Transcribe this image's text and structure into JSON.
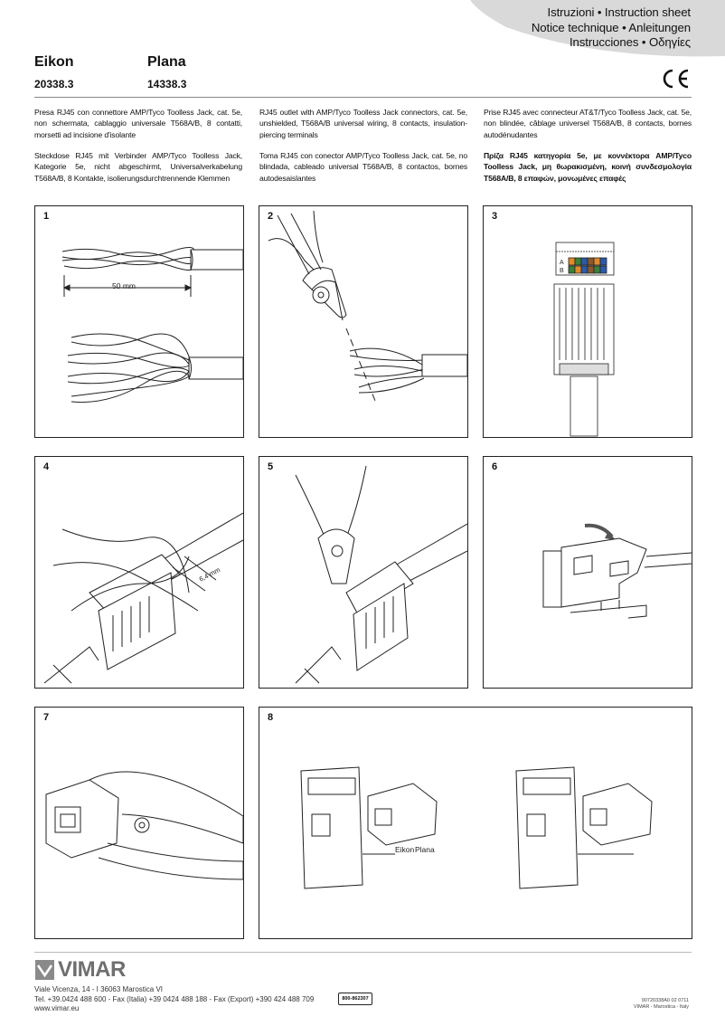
{
  "header": {
    "title_lines": [
      "Istruzioni • Instruction sheet",
      "Notice technique • Anleitungen",
      "Instrucciones • Οδηγίες"
    ]
  },
  "products": [
    {
      "name": "Eikon",
      "code": "20338.3"
    },
    {
      "name": "Plana",
      "code": "14338.3"
    }
  ],
  "descriptions": {
    "it": "Presa RJ45 con connettore AMP/Tyco Toolless Jack, cat. 5e, non schermata, cablaggio universale T568A/B, 8 contatti, morsetti ad incisione d'isolante",
    "en": "RJ45 outlet with AMP/Tyco Toolless Jack connectors, cat. 5e, unshielded, T568A/B universal wiring, 8 contacts, insulation-piercing terminals",
    "fr": "Prise RJ45 avec connecteur AT&T/Tyco Toolless Jack, cat. 5e, non blindée, câblage universel T568A/B, 8 contacts, bornes autodénudantes",
    "de": "Steckdose RJ45 mit Verbinder AMP/Tyco Toolless Jack, Kategorie 5e, nicht abgeschirmt, Universalverkabelung T568A/B, 8 Kontakte, isolierungsdurchtrennende Klemmen",
    "es": "Toma RJ45 con conector AMP/Tyco Toolless Jack, cat. 5e, no blindada, cableado universal T568A/B, 8 contactos, bornes autodesaislantes",
    "el": "Πρίζα RJ45 κατηγορία 5e, με κοννέκτορα AMP/Tyco Toolless Jack, μη θωρακισμένη, κοινή συνδεσμολογία T568A/B, 8 επαφών, μονωμένες επαφές"
  },
  "steps": [
    {
      "number": "1",
      "label": "50 mm"
    },
    {
      "number": "2"
    },
    {
      "number": "3",
      "label_a": "A",
      "label_b": "B"
    },
    {
      "number": "4",
      "label": "6,4 mm"
    },
    {
      "number": "5"
    },
    {
      "number": "6"
    },
    {
      "number": "7"
    },
    {
      "number": "8",
      "label_eikon": "Eikon",
      "label_plana": "Plana"
    }
  ],
  "footer": {
    "brand": "VIMAR",
    "address": "Viale Vicenza, 14 - I 36063 Marostica VI",
    "phone": "Tel. +39.0424 488 600 - Fax (Italia) +39 0424 488 188 - Fax (Export) +390 424 488 709",
    "website": "www.vimar.eu",
    "service_badge": "800-862307",
    "doc_code": "90720338A0  02  0711",
    "origin": "VIMAR - Marostica - Italy"
  }
}
